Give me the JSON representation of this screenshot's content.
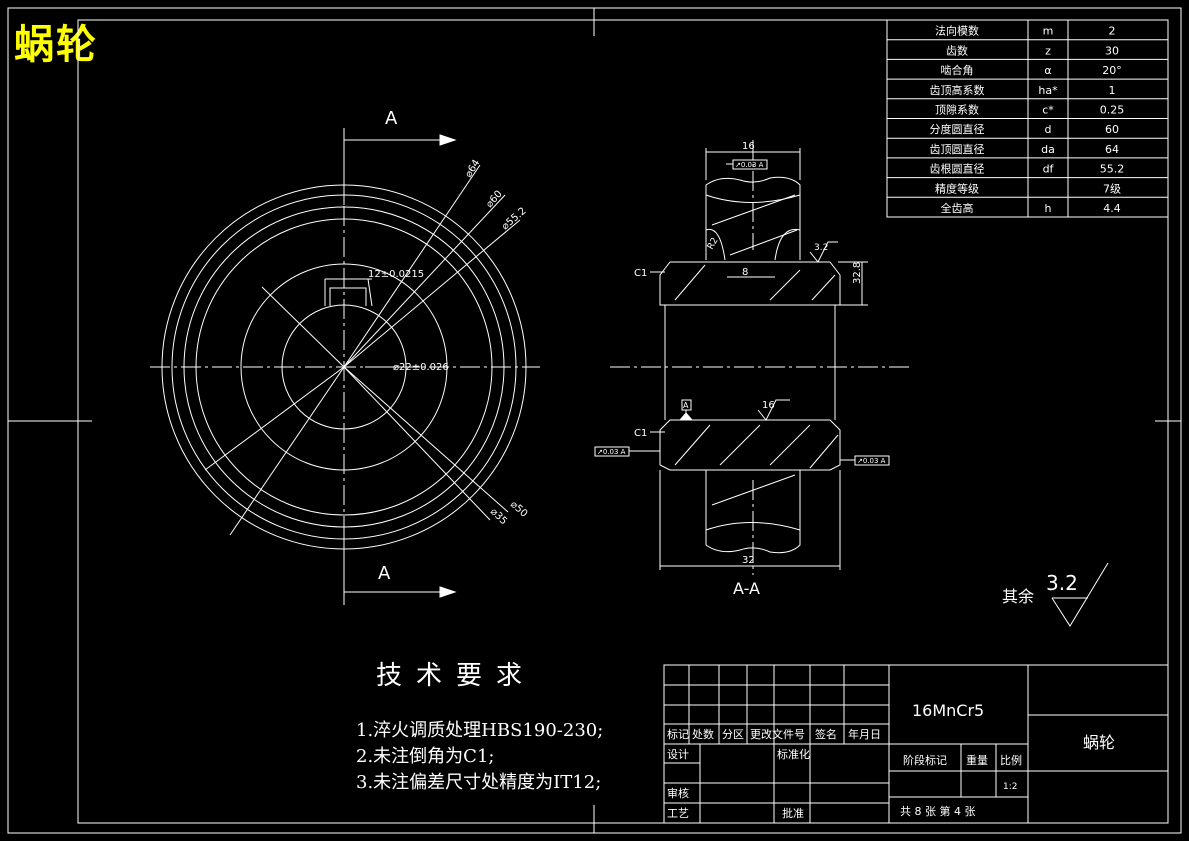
{
  "drawing_title": "蜗轮",
  "section_labels": {
    "top": "A",
    "bottom": "A",
    "section_view": "A-A"
  },
  "dimensions": {
    "d64": "⌀64",
    "d60": "⌀60",
    "d55": "⌀55.2",
    "d50": "⌀50",
    "d35": "⌀35",
    "keyway": "12±0.0215",
    "bore": "⌀22±0.026",
    "width16": "16",
    "width8": "8",
    "width32": "32",
    "r2": "R2",
    "c1_top": "C1",
    "c1_bottom": "C1",
    "height": "32.8",
    "rough_top": "3.2",
    "rough_mid": "16",
    "tol_a": "A",
    "fcf_top": "↗0.03 A",
    "fcf_left": "↗0.03 A",
    "fcf_right": "↗0.03 A"
  },
  "parameters": [
    {
      "name": "法向模数",
      "symbol": "m",
      "value": "2"
    },
    {
      "name": "齿数",
      "symbol": "z",
      "value": "30"
    },
    {
      "name": "啮合角",
      "symbol": "α",
      "value": "20°"
    },
    {
      "name": "齿顶高系数",
      "symbol": "ha*",
      "value": "1"
    },
    {
      "name": "顶隙系数",
      "symbol": "c*",
      "value": "0.25"
    },
    {
      "name": "分度圆直径",
      "symbol": "d",
      "value": "60"
    },
    {
      "name": "齿顶圆直径",
      "symbol": "da",
      "value": "64"
    },
    {
      "name": "齿根圆直径",
      "symbol": "df",
      "value": "55.2"
    },
    {
      "name": "精度等级",
      "symbol": "",
      "value": "7级"
    },
    {
      "name": "全齿高",
      "symbol": "h",
      "value": "4.4"
    }
  ],
  "surface_roughness": {
    "label": "其余",
    "value": "3.2"
  },
  "technical_requirements": {
    "title": "技术要求",
    "items": [
      "1.淬火调质处理HBS190-230;",
      "2.未注倒角为C1;",
      "3.未注偏差尺寸处精度为IT12;"
    ]
  },
  "title_block": {
    "material": "16MnCr5",
    "part_name": "蜗轮",
    "headers": [
      "标记",
      "处数",
      "分区",
      "更改文件号",
      "签名",
      "年月日"
    ],
    "design": "设计",
    "standard": "标准化",
    "review": "审核",
    "process": "工艺",
    "approve": "批准",
    "stage": "阶段标记",
    "weight": "重量",
    "scale_label": "比例",
    "scale": "1:2",
    "sheets": "共 8 张 第 4 张"
  },
  "colors": {
    "line": "#ffffff",
    "title": "#ffff00",
    "background": "#000000"
  }
}
